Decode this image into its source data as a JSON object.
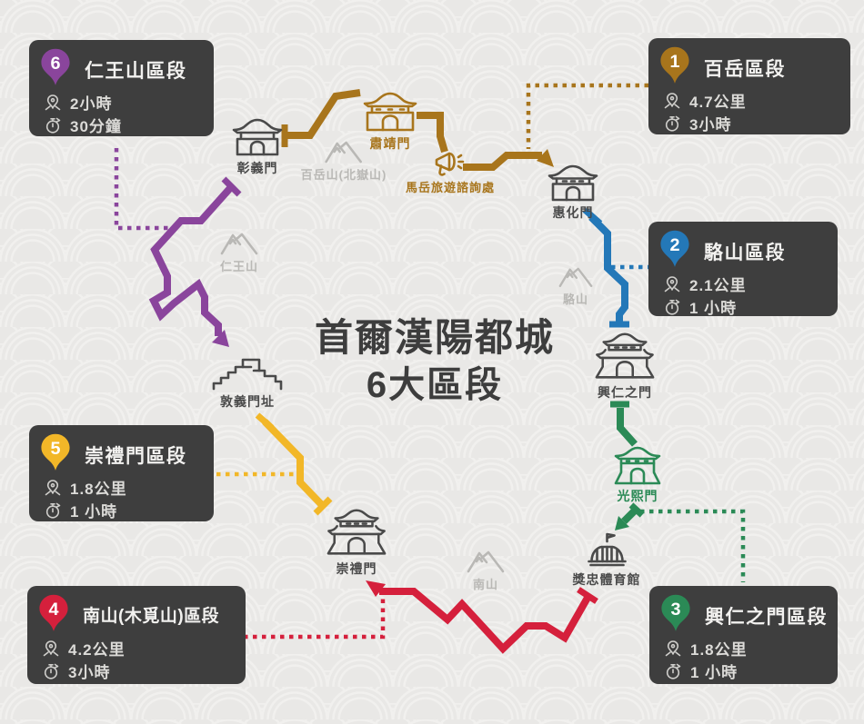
{
  "title": {
    "line1": "首爾漢陽都城",
    "line2": "6大區段"
  },
  "colors": {
    "orange": "#a8751c",
    "blue": "#2478b8",
    "green": "#2b8a56",
    "red": "#d5203c",
    "yellow": "#f2b728",
    "purple": "#8a459c",
    "box_bg": "#3e3e3e",
    "box_text": "#f2f1ef",
    "stat_text": "#dcdbd8",
    "icon_dark": "#4a4a4a",
    "landmark_gray": "#b9b8b5",
    "title_text": "#3d3d3d"
  },
  "sections": [
    {
      "num": "1",
      "name": "百岳區段",
      "distance": "4.7公里",
      "duration": "3小時",
      "color": "#a8751c"
    },
    {
      "num": "2",
      "name": "駱山區段",
      "distance": "2.1公里",
      "duration": "1 小時",
      "color": "#2478b8"
    },
    {
      "num": "3",
      "name": "興仁之門區段",
      "distance": "1.8公里",
      "duration": "1 小時",
      "color": "#2b8a56"
    },
    {
      "num": "4",
      "name": "南山(木覓山)區段",
      "distance": "4.2公里",
      "duration": "3小時",
      "color": "#d5203c"
    },
    {
      "num": "5",
      "name": "崇禮門區段",
      "distance": "1.8公里",
      "duration": "1 小時",
      "color": "#f2b728"
    },
    {
      "num": "6",
      "name": "仁王山區段",
      "distance": "2小時",
      "duration": "30分鐘",
      "color": "#8a459c"
    }
  ],
  "landmarks": {
    "changuimun": "彰義門",
    "sukjeongmun": "肅靖門",
    "baegaksan": "百岳山(北嶽山)",
    "maak_info": "馬岳旅遊諮詢處",
    "hyehwamun": "惠化門",
    "naksan": "駱山",
    "heunginjimun": "興仁之門",
    "gwangheuimun": "光熙門",
    "jangchung_stadium": "獎忠體育館",
    "namsan": "南山",
    "sungnyemun": "崇禮門",
    "donuimun_site": "敦義門址",
    "inwangsan": "仁王山"
  }
}
